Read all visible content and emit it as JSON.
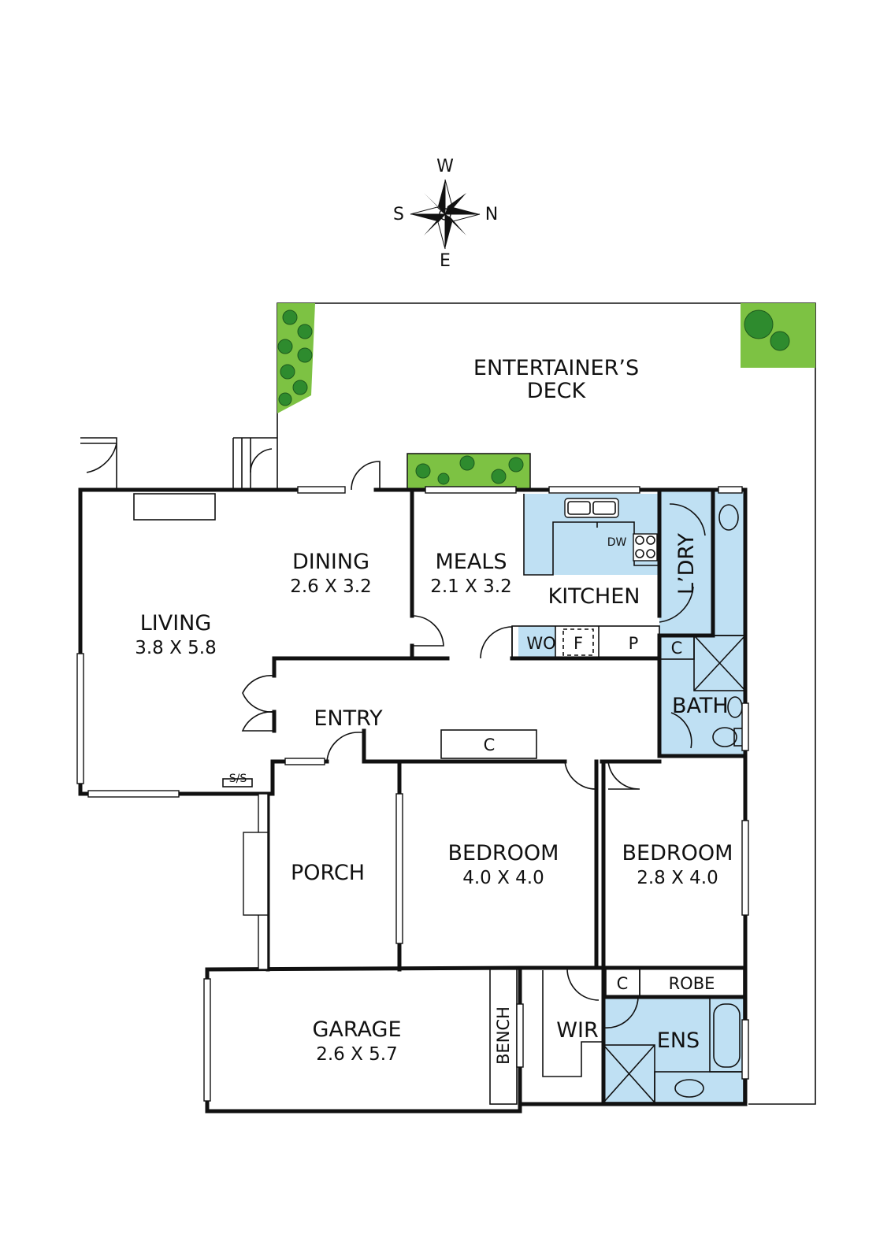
{
  "compass": {
    "north": "N",
    "south": "S",
    "east": "E",
    "west": "W"
  },
  "rooms": {
    "deck": {
      "label_line1": "ENTERTAINER’S",
      "label_line2": "DECK"
    },
    "dining": {
      "label": "DINING",
      "dims": "2.6 X 3.2"
    },
    "meals": {
      "label": "MEALS",
      "dims": "2.1 X 3.2"
    },
    "kitchen": {
      "label": "KITCHEN"
    },
    "laundry": {
      "label": "L’DRY"
    },
    "living": {
      "label": "LIVING",
      "dims": "3.8 X 5.8"
    },
    "entry": {
      "label": "ENTRY"
    },
    "bath": {
      "label": "BATH"
    },
    "porch": {
      "label": "PORCH"
    },
    "bedroom1": {
      "label": "BEDROOM",
      "dims": "4.0 X 4.0"
    },
    "bedroom2": {
      "label": "BEDROOM",
      "dims": "2.8 X 4.0"
    },
    "garage": {
      "label": "GARAGE",
      "dims": "2.6 X 5.7"
    },
    "wir": {
      "label": "WIR"
    },
    "ens": {
      "label": "ENS"
    }
  },
  "fixtures": {
    "dishwasher": "DW",
    "wall_oven": "WO",
    "fridge": "F",
    "pantry": "P",
    "cupboard": "C",
    "robe": "ROBE",
    "bench": "BENCH",
    "smoke_sensor": "S/S"
  },
  "colors": {
    "wet_area": "#bfe0f3",
    "garden": "#7dc243",
    "tree": "#2e8b2e",
    "wall": "#111111"
  }
}
